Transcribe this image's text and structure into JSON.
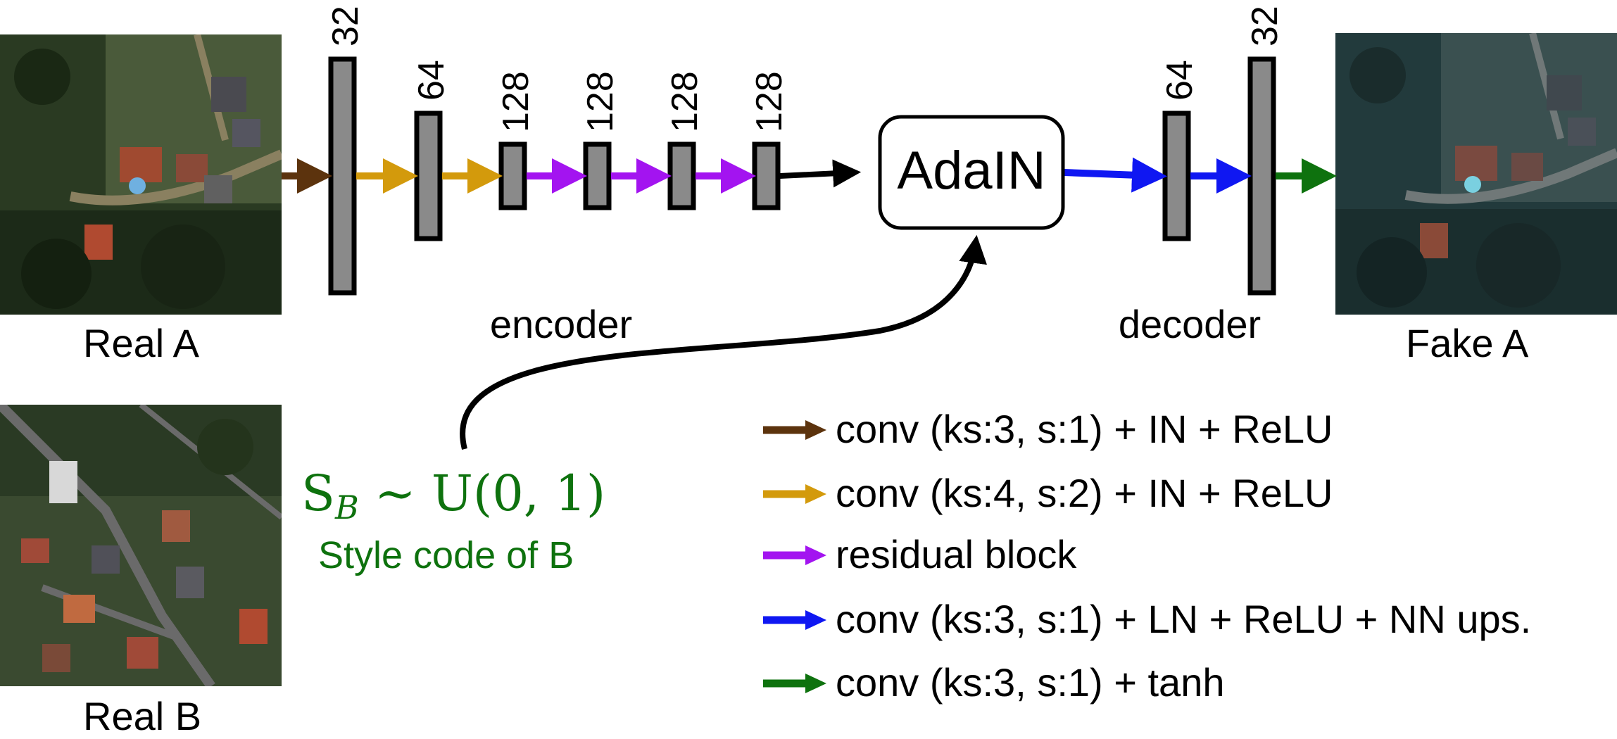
{
  "images": {
    "real_a": "Real A",
    "real_b": "Real B",
    "fake_a": "Fake A"
  },
  "sections": {
    "encoder": "encoder",
    "decoder": "decoder"
  },
  "layers": [
    {
      "channels": "32",
      "role": "encoder"
    },
    {
      "channels": "64",
      "role": "encoder"
    },
    {
      "channels": "128",
      "role": "encoder"
    },
    {
      "channels": "128",
      "role": "encoder"
    },
    {
      "channels": "128",
      "role": "encoder"
    },
    {
      "channels": "128",
      "role": "encoder"
    },
    {
      "channels": "64",
      "role": "decoder"
    },
    {
      "channels": "32",
      "role": "decoder"
    }
  ],
  "adain": "AdaIN",
  "style": {
    "math_main": "S",
    "math_sub": "B",
    "math_rest": " ~ U(0, 1)",
    "caption": "Style code of B"
  },
  "legend": [
    {
      "label": "conv (ks:3, s:1) + IN + ReLU",
      "color": "#5c330d",
      "icon": "brown-arrow-icon"
    },
    {
      "label": "conv (ks:4, s:2) + IN + ReLU",
      "color": "#d39a0c",
      "icon": "gold-arrow-icon"
    },
    {
      "label": "residual block",
      "color": "#a314f0",
      "icon": "purple-arrow-icon"
    },
    {
      "label": "conv (ks:3, s:1) + LN + ReLU + NN ups.",
      "color": "#0f17f2",
      "icon": "blue-arrow-icon"
    },
    {
      "label": "conv (ks:3, s:1) + tanh",
      "color": "#0e720e",
      "icon": "green-arrow-icon"
    }
  ],
  "colors": {
    "layer_fill": "#8a8a8a",
    "style_text": "#0e720e",
    "brown": "#5c330d",
    "gold": "#d39a0c",
    "purple": "#a314f0",
    "blue": "#0f17f2",
    "green": "#0e720e"
  }
}
